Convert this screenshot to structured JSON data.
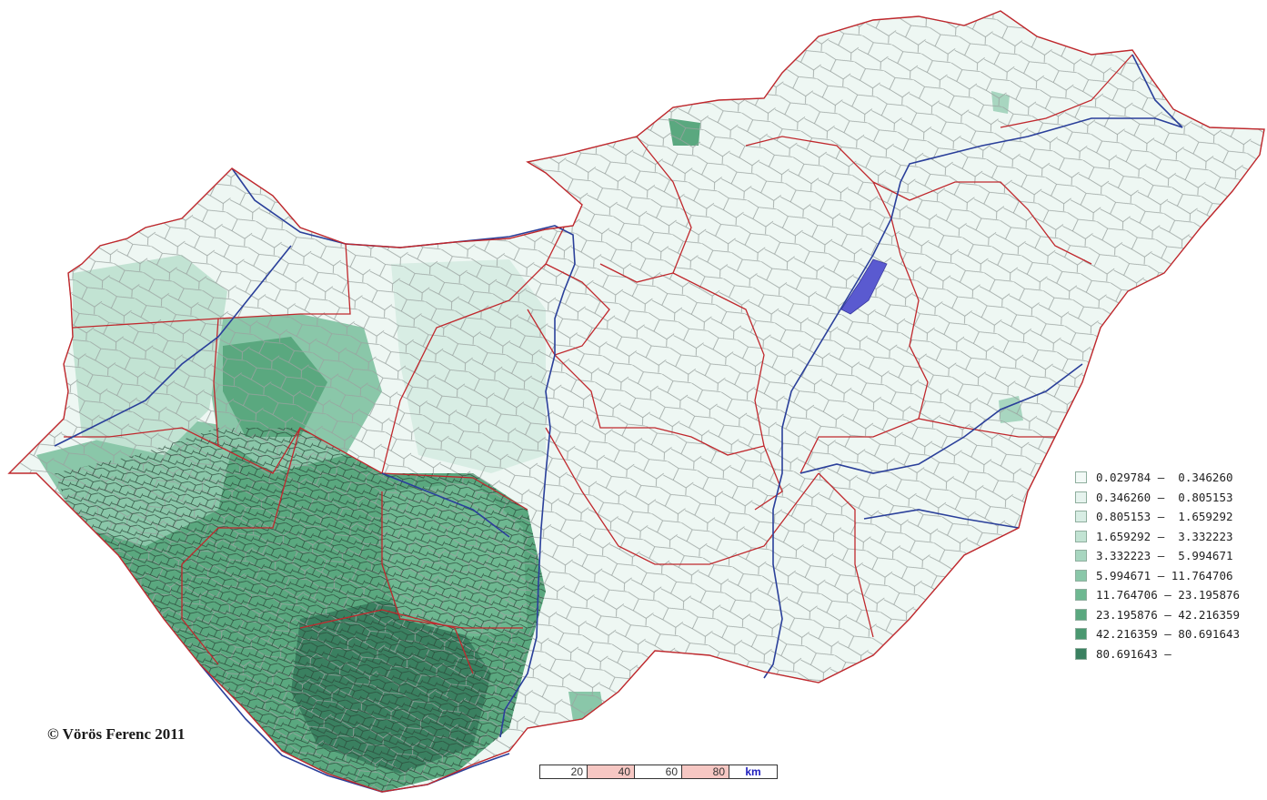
{
  "copyright": "© Vörös Ferenc 2011",
  "legend": {
    "classes": [
      {
        "label": "0.029784 —  0.346260",
        "color": "#f2f9f6"
      },
      {
        "label": "0.346260 —  0.805153",
        "color": "#e6f3ee"
      },
      {
        "label": "0.805153 —  1.659292",
        "color": "#d8ede4"
      },
      {
        "label": "1.659292 —  3.332223",
        "color": "#c2e3d3"
      },
      {
        "label": "3.332223 —  5.994671",
        "color": "#a8d6c0"
      },
      {
        "label": "5.994671 — 11.764706",
        "color": "#8ac7a9"
      },
      {
        "label": "11.764706 — 23.195876",
        "color": "#6eb891"
      },
      {
        "label": "23.195876 — 42.216359",
        "color": "#5aa87f"
      },
      {
        "label": "42.216359 — 80.691643",
        "color": "#4a9870"
      },
      {
        "label": "80.691643 —",
        "color": "#3a8060"
      }
    ]
  },
  "scalebar": {
    "ticks": [
      "20",
      "40",
      "60",
      "80"
    ],
    "unit": "km"
  },
  "colors": {
    "county_border": "#c0282d",
    "river": "#2a3f9a",
    "lake": "#5a5ad0",
    "municipality_border": "#9aa3a0"
  }
}
